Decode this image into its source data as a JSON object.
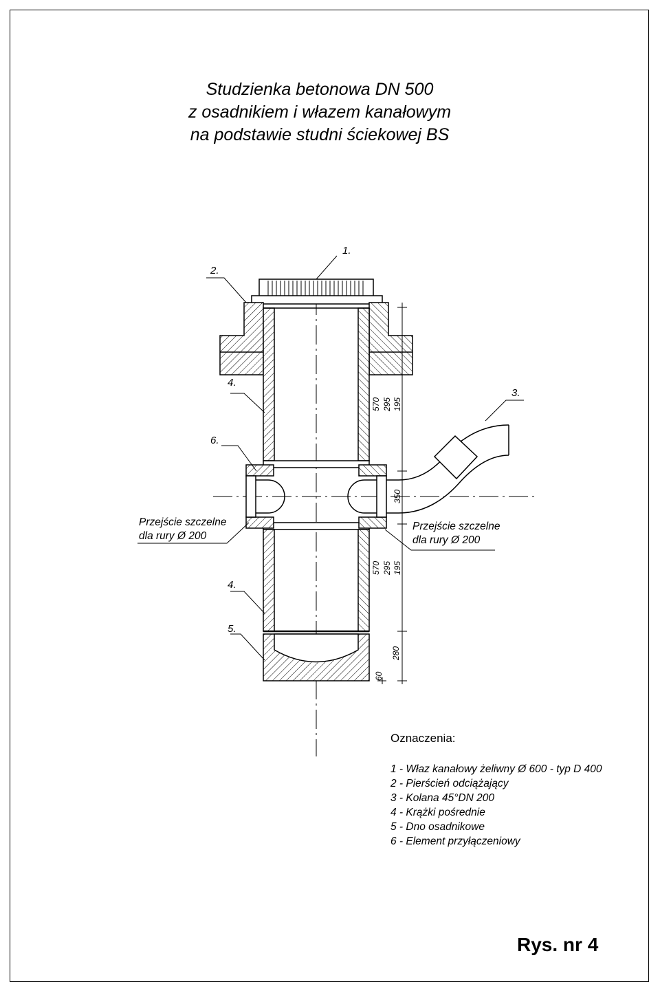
{
  "title": {
    "line1": "Studzienka betonowa DN 500",
    "line2": "z osadnikiem i włazem kanałowym",
    "line3": "na podstawie studni ściekowej BS"
  },
  "callouts": {
    "c1": "1.",
    "c2": "2.",
    "c3": "3.",
    "c4a": "4.",
    "c4b": "4.",
    "c5": "5.",
    "c6": "6."
  },
  "passage_left": {
    "line1": "Przejście szczelne",
    "line2": "dla rury Ø 200"
  },
  "passage_right": {
    "line1": "Przejście szczelne",
    "line2": "dla rury Ø 200"
  },
  "dimensions": {
    "top_group": [
      "570",
      "295",
      "195"
    ],
    "middle": "350",
    "lower_group": [
      "570",
      "295",
      "195"
    ],
    "bottom": "280",
    "base": "60"
  },
  "legend": {
    "title": "Oznaczenia:",
    "items": [
      "1 - Właz kanałowy żeliwny Ø 600 - typ D 400",
      "2 - Pierścień odciążający",
      "3 - Kolana 45°DN 200",
      "4 - Krążki pośrednie",
      "5 - Dno osadnikowe",
      "6 - Element przyłączeniowy"
    ]
  },
  "figure_label": "Rys. nr 4"
}
